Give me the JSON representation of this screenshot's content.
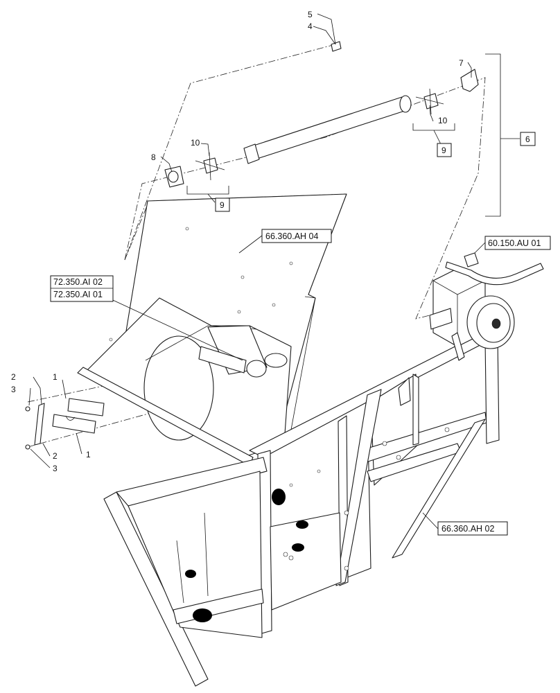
{
  "callouts": {
    "c1a": "1",
    "c1b": "1",
    "c2a": "2",
    "c2b": "2",
    "c3a": "3",
    "c3b": "3",
    "c4": "4",
    "c5": "5",
    "c6": "6",
    "c7": "7",
    "c8": "8",
    "c9a": "9",
    "c9b": "9",
    "c10a": "10",
    "c10b": "10"
  },
  "refs": {
    "r1": "66.360.AH 04",
    "r2": "72.350.AI 02",
    "r3": "72.350.AI 01",
    "r4": "60.150.AU 01",
    "r5": "66.360.AH 02"
  }
}
